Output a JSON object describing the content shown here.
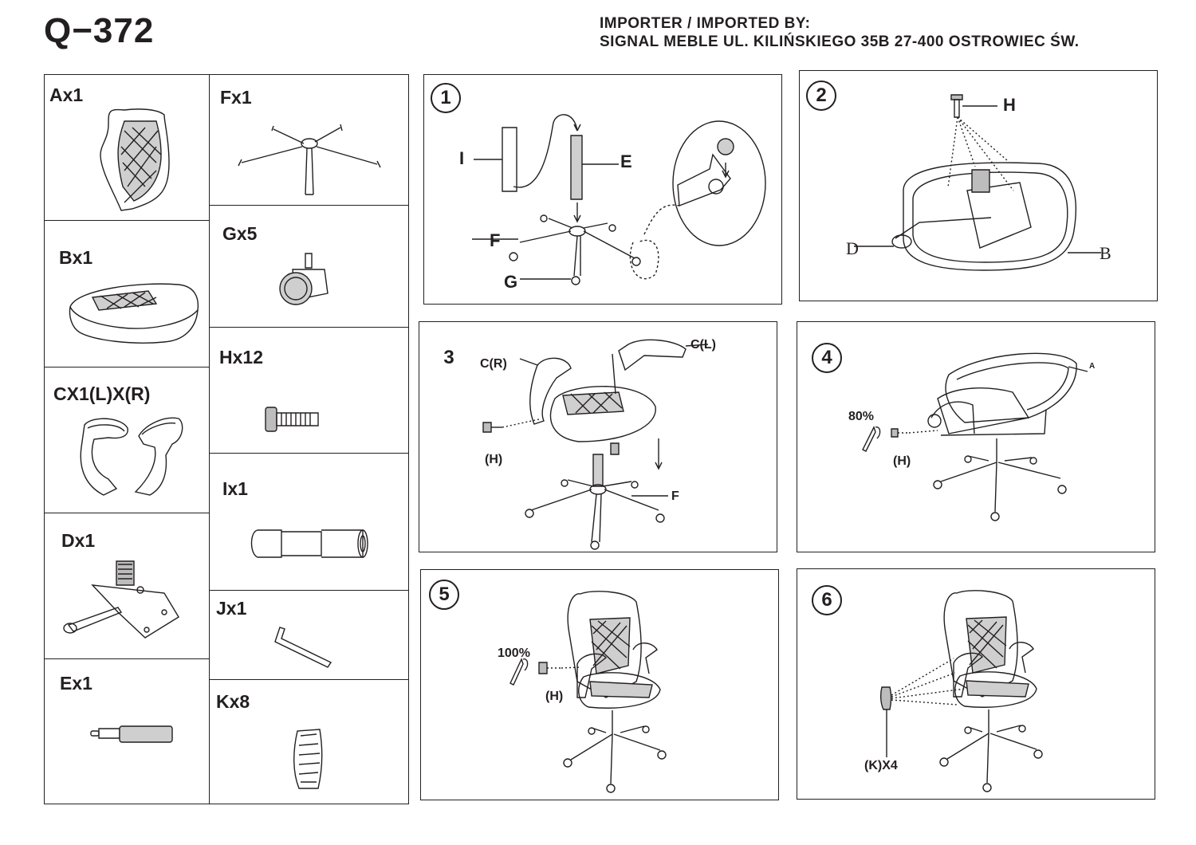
{
  "header": {
    "model": "Q−372",
    "importer_line1": "IMPORTER / IMPORTED BY:",
    "importer_line2": "SIGNAL MEBLE UL. KILIŃSKIEGO 35B 27-400 OSTROWIEC ŚW."
  },
  "parts": {
    "A": "Ax1",
    "B": "Bx1",
    "C": "CX1(L)X(R)",
    "D": "Dx1",
    "E": "Ex1",
    "F": "Fx1",
    "G": "Gx5",
    "H": "Hx12",
    "I": "Ix1",
    "J": "Jx1",
    "K": "Kx8"
  },
  "steps": {
    "s1": {
      "num": "1",
      "labels": {
        "I": "I",
        "E": "E",
        "F": "F",
        "G": "G"
      }
    },
    "s2": {
      "num": "2",
      "labels": {
        "H": "H",
        "D": "D",
        "B": "B"
      }
    },
    "s3": {
      "num": "3",
      "labels": {
        "CR": "C(R)",
        "CL": "C(L)",
        "H": "(H)",
        "F": "F"
      }
    },
    "s4": {
      "num": "4",
      "labels": {
        "pct": "80%",
        "H": "(H)",
        "A": "A"
      }
    },
    "s5": {
      "num": "5",
      "labels": {
        "pct": "100%",
        "H": "(H)"
      }
    },
    "s6": {
      "num": "6",
      "labels": {
        "K": "(K)X4"
      }
    }
  }
}
